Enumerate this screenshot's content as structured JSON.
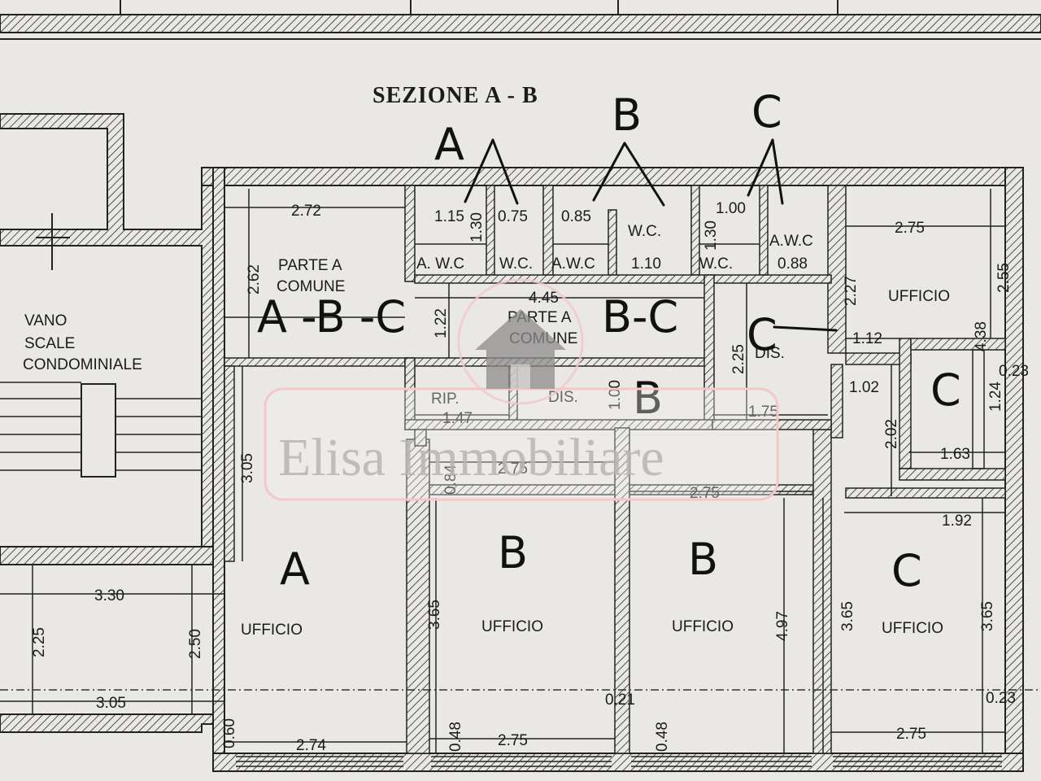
{
  "title": "SEZIONE A - B",
  "watermark": "Elisa Immobiliare",
  "colors": {
    "paper": "#e9e8e4",
    "ink": "#1b1b1b",
    "watermark": "#b9b4b4",
    "watermark_border": "#f2c8c8"
  },
  "rooms": {
    "vano_1": "VANO",
    "vano_2": "SCALE",
    "vano_3": "CONDOMINIALE",
    "parte_comune_1a": "PARTE A",
    "parte_comune_1b": "COMUNE",
    "parte_comune_2a": "PARTE A",
    "parte_comune_2b": "COMUNE",
    "awc_1": "A. W.C",
    "wc_1": "W.C.",
    "awc_2": "A.W.C",
    "wc_2": "W.C.",
    "wc_3": "W.C.",
    "awc_3": "A.W.C",
    "rip": "RIP.",
    "dis_1": "DIS.",
    "dis_2": "DIS.",
    "ufficio_1": "UFFICIO",
    "ufficio_2": "UFFICIO",
    "ufficio_3": "UFFICIO",
    "ufficio_4": "UFFICIO",
    "ufficio_5": "UFFICIO"
  },
  "hand_labels": {
    "top_a": "A",
    "top_b": "B",
    "top_c": "C",
    "abc": "A -B -C",
    "bc": "B-C",
    "c_dis": "C",
    "b_dis": "B",
    "c_right": "C",
    "a_office": "A",
    "b_office_1": "B",
    "b_office_2": "B",
    "c_office": "C"
  },
  "dims": {
    "d272": "2.72",
    "d262": "2.62",
    "d115": "1.15",
    "d130a": "1.30",
    "d075": "0.75",
    "d085": "0.85",
    "d110": "1.10",
    "d130b": "1.30",
    "d100a": "1.00",
    "d088": "0.88",
    "d275a": "2.75",
    "d255": "2.55",
    "d227": "2.27",
    "d445": "4.45",
    "d122": "1.22",
    "d225a": "2.25",
    "d112": "1.12",
    "d438": "4.38",
    "d023a": "0.23",
    "d102": "1.02",
    "d124": "1.24",
    "d147": "1.47",
    "d100b": "1.00",
    "d175": "1.75",
    "d202": "2.02",
    "d163": "1.63",
    "d305a": "3.05",
    "d084": "0.84",
    "d275b": "2.75",
    "d275c": "2.75",
    "d192": "1.92",
    "d330": "3.30",
    "d225b": "2.25",
    "d250": "2.50",
    "d365a": "3.65",
    "d497": "4.97",
    "d365b": "3.65",
    "d365c": "3.65",
    "d021": "0.21",
    "d023b": "0.23",
    "d305b": "3.05",
    "d060": "0.60",
    "d274": "2.74",
    "d048a": "0.48",
    "d275d": "2.75",
    "d048b": "0.48",
    "d275e": "2.75"
  }
}
